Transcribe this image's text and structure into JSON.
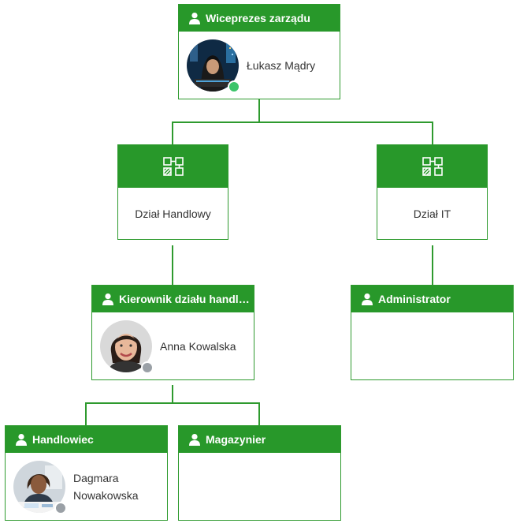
{
  "colors": {
    "accent": "#28982a",
    "line": "#2e9a2e",
    "status_online": "#3cc46a",
    "status_offline": "#9aa0a6"
  },
  "root": {
    "role": "Wiceprezes zarządu",
    "name": "Łukasz Mądry",
    "status": "online"
  },
  "departments": [
    {
      "name": "Dział Handlowy",
      "icon": "org-structure-icon"
    },
    {
      "name": "Dział IT",
      "icon": "org-structure-icon"
    }
  ],
  "sales_manager": {
    "role": "Kierownik działu handlo...",
    "name": "Anna Kowalska",
    "status": "offline"
  },
  "it_admin": {
    "role": "Administrator"
  },
  "salesperson": {
    "role": "Handlowiec",
    "name_line1": "Dagmara",
    "name_line2": "Nowakowska",
    "status": "offline"
  },
  "warehouse": {
    "role": "Magazynier"
  }
}
